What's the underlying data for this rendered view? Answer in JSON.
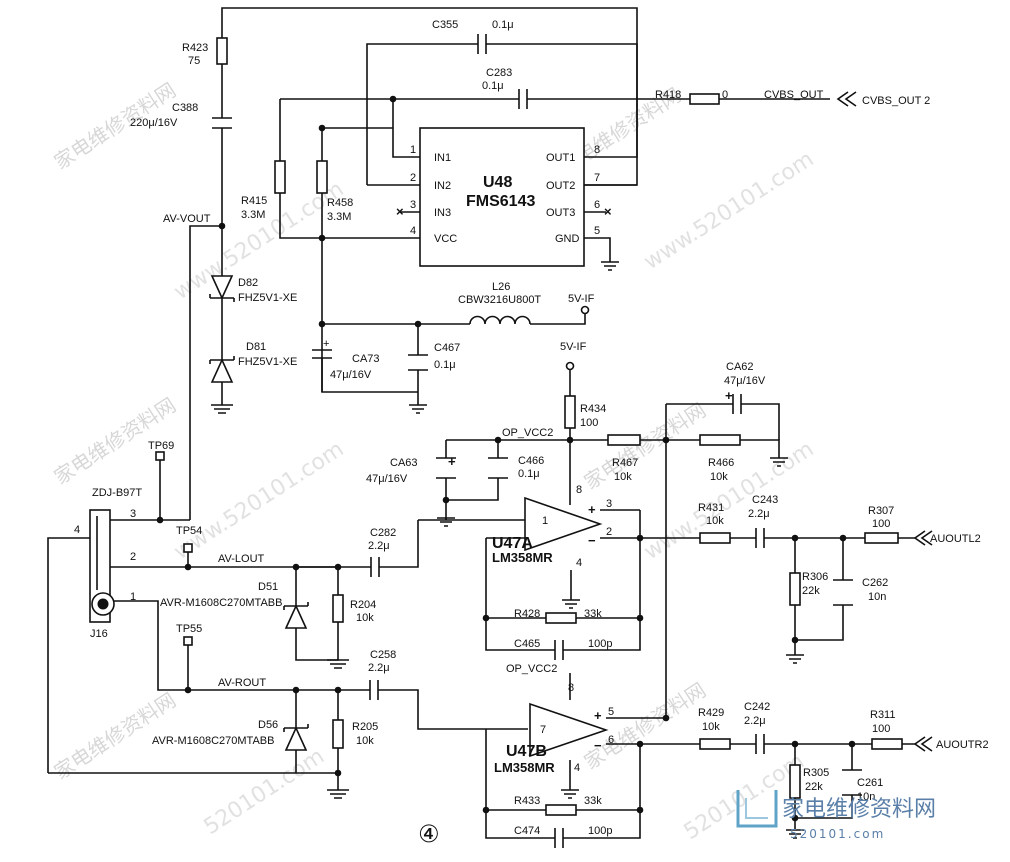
{
  "u48": {
    "ref": "U48",
    "part": "FMS6143",
    "pins": {
      "in1": "IN1",
      "in2": "IN2",
      "in3": "IN3",
      "vcc": "VCC",
      "out1": "OUT1",
      "out2": "OUT2",
      "out3": "OUT3",
      "gnd": "GND"
    },
    "pin_numbers": {
      "p1": "1",
      "p2": "2",
      "p3": "3",
      "p4": "4",
      "p8": "8",
      "p7": "7",
      "p6": "6",
      "p5": "5"
    }
  },
  "u47a": {
    "ref": "U47A",
    "part": "LM358MR",
    "pin_numbers": {
      "p1": "1",
      "p2": "2",
      "p3": "3",
      "p4": "4",
      "p8": "8"
    }
  },
  "u47b": {
    "ref": "U47B",
    "part": "LM358MR",
    "pin_numbers": {
      "p7": "7",
      "p6": "6",
      "p5": "5",
      "p4": "4",
      "p8": "8"
    }
  },
  "opamp_signs": {
    "plus": "+",
    "minus": "−"
  },
  "resistors": {
    "r423": {
      "ref": "R423",
      "value": "75"
    },
    "r415": {
      "ref": "R415",
      "value": "3.3M"
    },
    "r458": {
      "ref": "R458",
      "value": "3.3M"
    },
    "r418": {
      "ref": "R418",
      "value": "0"
    },
    "r434": {
      "ref": "R434",
      "value": "100"
    },
    "r467": {
      "ref": "R467",
      "value": "10k"
    },
    "r466": {
      "ref": "R466",
      "value": "10k"
    },
    "r431": {
      "ref": "R431",
      "value": "10k"
    },
    "r307": {
      "ref": "R307",
      "value": "100"
    },
    "r306": {
      "ref": "R306",
      "value": "22k"
    },
    "r428": {
      "ref": "R428",
      "value": "33k"
    },
    "r204": {
      "ref": "R204",
      "value": "10k"
    },
    "r205": {
      "ref": "R205",
      "value": "10k"
    },
    "r429": {
      "ref": "R429",
      "value": "10k"
    },
    "r311": {
      "ref": "R311",
      "value": "100"
    },
    "r305": {
      "ref": "R305",
      "value": "22k"
    },
    "r433": {
      "ref": "R433",
      "value": "33k"
    }
  },
  "capacitors": {
    "c355": {
      "ref": "C355",
      "value": "0.1μ"
    },
    "c283": {
      "ref": "C283",
      "value": "0.1μ"
    },
    "c388": {
      "ref": "C388",
      "value": "220μ/16V"
    },
    "ca73": {
      "ref": "CA73",
      "value": "47μ/16V"
    },
    "c467": {
      "ref": "C467",
      "value": "0.1μ"
    },
    "ca62": {
      "ref": "CA62",
      "value": "47μ/16V"
    },
    "ca63": {
      "ref": "CA63",
      "value": "47μ/16V"
    },
    "c466": {
      "ref": "C466",
      "value": "0.1μ"
    },
    "c282": {
      "ref": "C282",
      "value": "2.2μ"
    },
    "c243": {
      "ref": "C243",
      "value": "2.2μ"
    },
    "c262": {
      "ref": "C262",
      "value": "10n"
    },
    "c465": {
      "ref": "C465",
      "value": "100p"
    },
    "c258": {
      "ref": "C258",
      "value": "2.2μ"
    },
    "c242": {
      "ref": "C242",
      "value": "2.2μ"
    },
    "c261": {
      "ref": "C261",
      "value": "10n"
    },
    "c474": {
      "ref": "C474",
      "value": "100p"
    }
  },
  "inductor": {
    "ref": "L26",
    "value": "CBW3216U800T"
  },
  "diodes": {
    "d82": {
      "ref": "D82",
      "value": "FHZ5V1-XE"
    },
    "d81": {
      "ref": "D81",
      "value": "FHZ5V1-XE"
    },
    "d51": {
      "ref": "D51",
      "value": "AVR-M1608C270MTABB"
    },
    "d56": {
      "ref": "D56",
      "value": "AVR-M1608C270MTABB"
    }
  },
  "nets": {
    "av_vout": "AV-VOUT",
    "av_lout": "AV-LOUT",
    "av_rout": "AV-ROUT",
    "vcc_5v_if_a": "5V-IF",
    "vcc_5v_if_b": "5V-IF",
    "op_vcc2_a": "OP_VCC2",
    "op_vcc2_b": "OP_VCC2",
    "cvbs_out": "CVBS_OUT",
    "cvbs_out_2": "CVBS_OUT 2",
    "auoutl2": "AUOUTL2",
    "auoutr2": "AUOUTR2"
  },
  "testpoints": {
    "tp69": "TP69",
    "tp54": "TP54",
    "tp55": "TP55"
  },
  "jack": {
    "ref": "J16",
    "part": "ZDJ-B97T",
    "pin1": "1",
    "pin2": "2",
    "pin3": "3",
    "pin4": "4"
  },
  "nc_marks": {
    "in3": "×",
    "out3": "×"
  },
  "page_number": "④",
  "watermarks": {
    "cn": "家电维修资料网",
    "url": "www.520101.com",
    "num": "520101.com"
  },
  "logo": {
    "title": "家电维修资料网",
    "sub": "520101.com"
  }
}
